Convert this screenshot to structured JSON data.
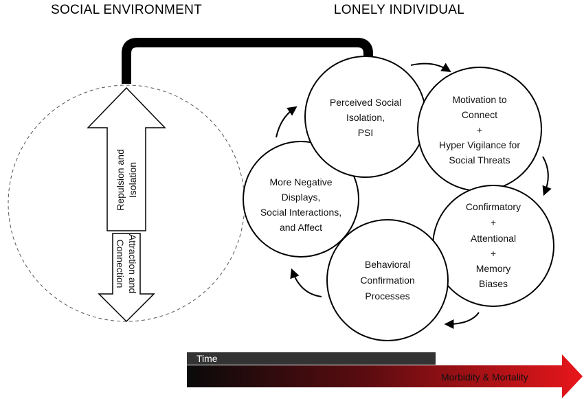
{
  "headers": {
    "social_environment": "SOCIAL ENVIRONMENT",
    "lonely_individual": "LONELY INDIVIDUAL"
  },
  "arrows": {
    "up_label_line1": "Repulsion and",
    "up_label_line2": "Isolation",
    "down_label_line1": "Attraction and",
    "down_label_line2": "Connection"
  },
  "cycle": {
    "psi": [
      "Perceived Social",
      "Isolation,",
      "PSI"
    ],
    "motivation": [
      "Motivation to",
      "Connect",
      "+",
      "Hyper Vigilance for",
      "Social Threats"
    ],
    "biases": [
      "Confirmatory",
      "+",
      "Attentional",
      "+",
      "Memory",
      "Biases"
    ],
    "behavioral": [
      "Behavioral",
      "Confirmation",
      "Processes"
    ],
    "negative": [
      "More Negative",
      "Displays,",
      "Social Interactions,",
      "and Affect"
    ]
  },
  "timeline": {
    "time_label": "Time",
    "outcome_label": "Morbidity & Mortality",
    "colors": {
      "time_bar": "#333333",
      "gradient_start": "#0a0a0a",
      "gradient_end": "#e8161b"
    }
  }
}
